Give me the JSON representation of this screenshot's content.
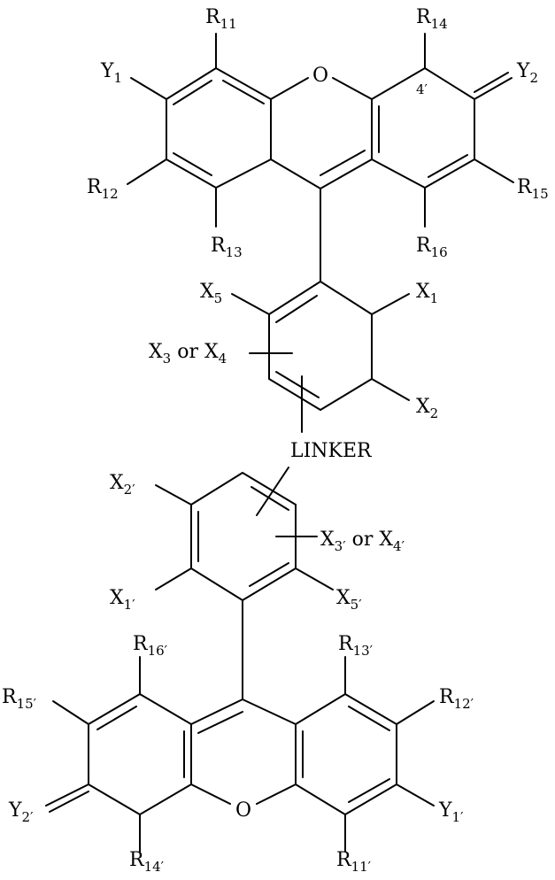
{
  "atoms": {
    "O_top": "O",
    "O_bot": "O",
    "locant_4p": "4′"
  },
  "labels": {
    "R11": {
      "base": "R",
      "sub": "11"
    },
    "R14": {
      "base": "R",
      "sub": "14"
    },
    "Y1": {
      "base": "Y",
      "sub": "1"
    },
    "Y2": {
      "base": "Y",
      "sub": "2"
    },
    "R12": {
      "base": "R",
      "sub": "12"
    },
    "R15": {
      "base": "R",
      "sub": "15"
    },
    "R13": {
      "base": "R",
      "sub": "13"
    },
    "R16": {
      "base": "R",
      "sub": "16"
    },
    "X5": {
      "base": "X",
      "sub": "5"
    },
    "X1": {
      "base": "X",
      "sub": "1"
    },
    "X3orX4": {
      "a": "X",
      "a_sub": "3",
      "mid": " or X",
      "b_sub": "4"
    },
    "X2": {
      "base": "X",
      "sub": "2"
    },
    "linker": "LINKER",
    "X2p": {
      "base": "X",
      "sub": "2′"
    },
    "X3porX4p": {
      "a": "X",
      "a_sub": "3′",
      "mid": " or X",
      "b_sub": "4′"
    },
    "X1p": {
      "base": "X",
      "sub": "1′"
    },
    "X5p": {
      "base": "X",
      "sub": "5′"
    },
    "R16p": {
      "base": "R",
      "sub": "16′"
    },
    "R13p": {
      "base": "R",
      "sub": "13′"
    },
    "R15p": {
      "base": "R",
      "sub": "15′"
    },
    "R12p": {
      "base": "R",
      "sub": "12′"
    },
    "Y2p": {
      "base": "Y",
      "sub": "2′"
    },
    "Y1p": {
      "base": "Y",
      "sub": "1′"
    },
    "R14p": {
      "base": "R",
      "sub": "14′"
    },
    "R11p": {
      "base": "R",
      "sub": "11′"
    }
  }
}
